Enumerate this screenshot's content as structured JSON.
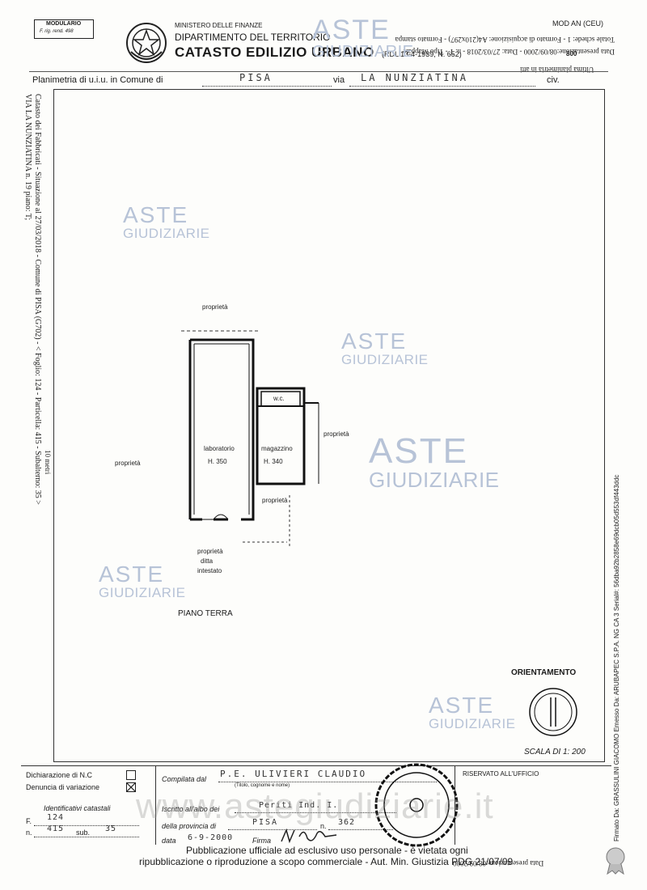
{
  "header": {
    "modulario": "MODULARIO",
    "modulario_sub": "F. rig. rend. 498",
    "ministry": "MINISTERO DELLE FINANZE",
    "department": "DIPARTIMENTO DEL TERRITORIO",
    "title": "CATASTO EDILIZIO URBANO",
    "rdl": "(RDL 13-4-1939, N. 652)",
    "mod": "MOD AN (CEU)",
    "code": "800",
    "upside_1": "Data presentazione:08/09/2000 - Data: 27/03/2018 - n. T - Tipo Mappale",
    "upside_2": "Totale schede: 1 - Formato di acquisizione: A4(210x297) - Formato stampa",
    "upside_3": "Ultima planimetria in atti"
  },
  "plan_line": {
    "label": "Planimetria di u.i.u. in Comune di",
    "comune": "PISA",
    "via_label": "via",
    "via": "LA NUNZIATINA",
    "civ_label": "civ."
  },
  "side_text": {
    "line1": "Catasto dei Fabbricati - Situazione al 27/03/2018 - Comune di PISA (G702) - < Foglio: 124 - Particella: 415 - Subalterno: 35 >",
    "line2": "VIA LA NUNZIATINA n. 19 piano: T;",
    "line3": "10 metri",
    "signature": "Firmato Da: GRASSULINI GIACOMO Emesso Da: ARUBAPEC S.P.A. NG CA 3 Serial#: 56dba92b2858e69dcb05d553df443ddc"
  },
  "plan": {
    "proprieta": "proprietà",
    "lab_label": "laboratorio",
    "lab_height": "H. 350",
    "mag_label": "magazzino",
    "mag_height": "H. 340",
    "wc": "w.c.",
    "ditta_1": "proprietà",
    "ditta_2": "ditta",
    "ditta_3": "intestato",
    "floor": "PIANO TERRA"
  },
  "orientation": {
    "label": "ORIENTAMENTO",
    "scale": "SCALA DI 1: 200"
  },
  "footer": {
    "dichiarazione": "Dichiarazione di N.C",
    "denuncia": "Denuncia di variazione",
    "ident_label": "Identificativi catastali",
    "f_label": "F.",
    "f_value": "124",
    "n_label": "n.",
    "n_value": "415",
    "sub_label": "sub.",
    "sub_value": "35",
    "compilata_label": "Compilata dal",
    "compilata_value": "P.E. ULIVIERI CLAUDIO",
    "titolo_sub": "(Titolo, cognome e nome)",
    "iscritto_label": "Iscritto all'albo dei",
    "iscritto_value": "Periti Ind. I.",
    "provincia_label": "della provincia di",
    "provincia_value": "PISA",
    "numero_label": "n.",
    "numero_value": "362",
    "data_label": "data",
    "data_value": "6-9-2000",
    "firma_label": "Firma",
    "riservato": "RISERVATO ALL'UFFICIO",
    "bottom_upside": "Data presentazione:08/09/2000",
    "pub_1": "Pubblicazione ufficiale ad esclusivo uso personale - è vietata ogni",
    "pub_2": "ripubblicazione o riproduzione a scopo commerciale - Aut. Min. Giustizia PDG 21/07/09",
    "url_watermark": "www.astegiudiziarie.it"
  },
  "watermark": {
    "aste": "ASTE",
    "giudiziarie": "GIUDIZIARIE"
  }
}
